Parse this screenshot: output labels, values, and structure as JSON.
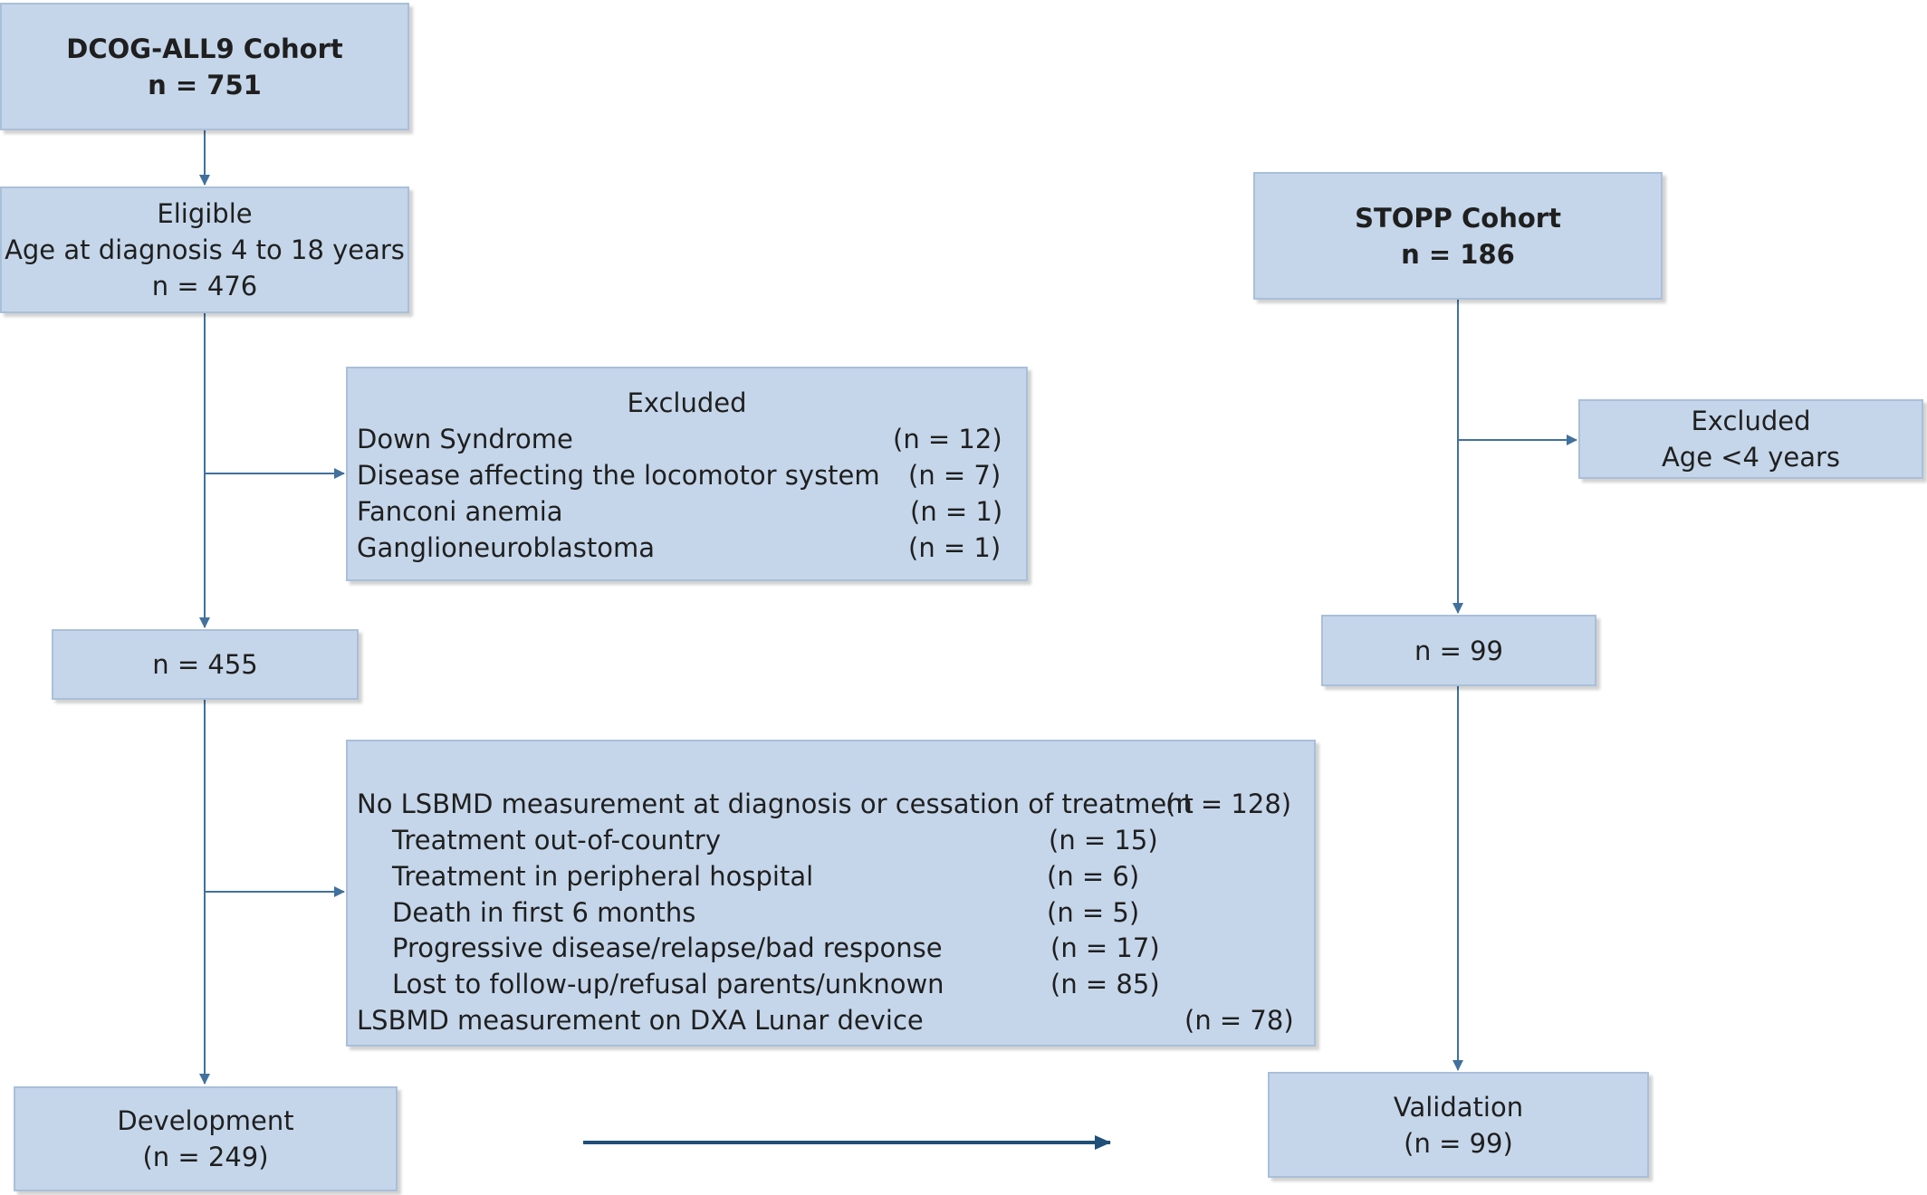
{
  "dcog": {
    "title": "DCOG-ALL9 Cohort",
    "n": "n = 751"
  },
  "eligible": {
    "title": "Eligible",
    "criteria": "Age at diagnosis 4 to 18 years",
    "n": "n = 476"
  },
  "excluded1": {
    "title": "Excluded",
    "items": [
      {
        "label": "Down Syndrome",
        "count": "(n = 12)"
      },
      {
        "label": "Disease affecting the locomotor system",
        "count": "(n = 7)"
      },
      {
        "label": "Fanconi anemia",
        "count": "(n = 1)"
      },
      {
        "label": "Ganglioneuroblastoma",
        "count": "(n = 1)"
      }
    ]
  },
  "n455": {
    "n": "n = 455"
  },
  "excluded2": {
    "items": [
      {
        "label": "No LSBMD measurement at diagnosis or cessation of treatment",
        "count": "(n = 128)"
      },
      {
        "label": "Treatment out-of-country",
        "count": "(n = 15)"
      },
      {
        "label": "Treatment in peripheral hospital",
        "count": "(n = 6)"
      },
      {
        "label": "Death in first 6 months",
        "count": "(n = 5)"
      },
      {
        "label": "Progressive disease/relapse/bad response",
        "count": "(n = 17)"
      },
      {
        "label": "Lost to follow-up/refusal parents/unknown",
        "count": "(n = 85)"
      },
      {
        "label": "LSBMD measurement on DXA Lunar device",
        "count": "(n = 78)"
      }
    ]
  },
  "development": {
    "title": "Development",
    "n": "(n = 249)"
  },
  "stopp": {
    "title": "STOPP Cohort",
    "n": "n = 186"
  },
  "excluded3": {
    "title": "Excluded",
    "reason": "Age <4 years"
  },
  "n99": {
    "n": "n = 99"
  },
  "validation": {
    "title": "Validation",
    "n": "(n = 99)"
  },
  "colors": {
    "box_fill": "#c5d6ea",
    "box_border": "#a9bfd9",
    "arrow": "#41719c",
    "long_arrow": "#1f4e79"
  }
}
